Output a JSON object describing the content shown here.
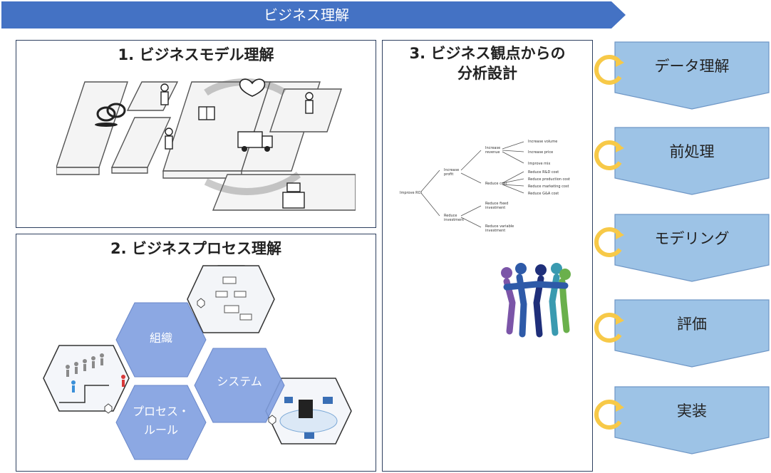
{
  "banner": {
    "title": "ビジネス理解",
    "color": "#4472c4"
  },
  "panels": {
    "business_model": {
      "title": "1. ビジネスモデル理解"
    },
    "business_process": {
      "title": "2. ビジネスプロセス理解",
      "hexagons": [
        {
          "label": "組織"
        },
        {
          "label": "システム"
        },
        {
          "label": "プロセス・\nルール"
        }
      ]
    },
    "analysis_design": {
      "title_line1": "3. ビジネス観点からの",
      "title_line2": "分析設計",
      "tree": {
        "root": "Improve ROI",
        "increase_profit": "Increase profit",
        "increase_profit_l1": "Increase",
        "increase_profit_l2": "profit",
        "increase_revenue_l1": "Increase",
        "increase_revenue_l2": "revenue",
        "increase_volume": "Increase volume",
        "increase_price": "Increase price",
        "improve_mix": "Improve mix",
        "reduce_cost": "Reduce cost",
        "reduce_rd": "Reduce R&D cost",
        "reduce_production": "Reduce production cost",
        "reduce_marketing": "Reduce marketing cost",
        "reduce_ga": "Reduce G&A cost",
        "reduce_investment_l1": "Reduce",
        "reduce_investment_l2": "investment",
        "reduce_fixed_l1": "Reduce fixed",
        "reduce_fixed_l2": "investment",
        "reduce_variable_l1": "Reduce variable",
        "reduce_variable_l2": "investment"
      }
    }
  },
  "steps": [
    {
      "label": "データ理解"
    },
    {
      "label": "前処理"
    },
    {
      "label": "モデリング"
    },
    {
      "label": "評価"
    },
    {
      "label": "実装"
    }
  ],
  "colors": {
    "step_fill": "#9dc3e6",
    "step_stroke": "#6f97c6",
    "hex_fill": "#7f9fe0",
    "cycle": "#f7c948",
    "panel_border": "#2e4060"
  }
}
